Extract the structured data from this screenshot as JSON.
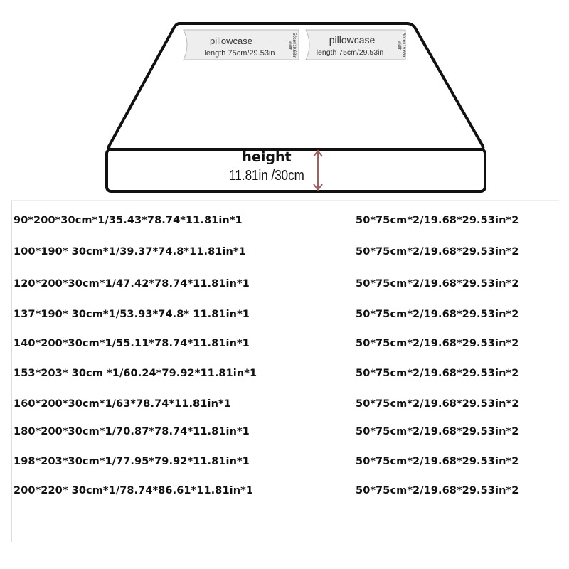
{
  "diagram": {
    "pillowcases": [
      {
        "label": "pillowcase",
        "length": "length 75cm/29.53in",
        "width": "50cm/19.68in width"
      },
      {
        "label": "pillowcase",
        "length": "length 75cm/29.53in",
        "width": "50cm/19.68in width"
      }
    ],
    "height_label": "height",
    "height_value": "11.81in /30cm"
  },
  "sizes": [
    {
      "sheet": "90*200*30cm*1/35.43*78.74*11.81in*1",
      "pillowcase": "50*75cm*2/19.68*29.53in*2"
    },
    {
      "sheet": "100*190* 30cm*1/39.37*74.8*11.81in*1",
      "pillowcase": "50*75cm*2/19.68*29.53in*2"
    },
    {
      "sheet": "120*200*30cm*1/47.42*78.74*11.81in*1",
      "pillowcase": "50*75cm*2/19.68*29.53in*2"
    },
    {
      "sheet": "137*190* 30cm*1/53.93*74.8* 11.81in*1",
      "pillowcase": "50*75cm*2/19.68*29.53in*2"
    },
    {
      "sheet": "140*200*30cm*1/55.11*78.74*11.81in*1",
      "pillowcase": "50*75cm*2/19.68*29.53in*2"
    },
    {
      "sheet": "153*203* 30cm *1/60.24*79.92*11.81in*1",
      "pillowcase": "50*75cm*2/19.68*29.53in*2"
    },
    {
      "sheet": "160*200*30cm*1/63*78.74*11.81in*1",
      "pillowcase": "50*75cm*2/19.68*29.53in*2"
    },
    {
      "sheet": "180*200*30cm*1/70.87*78.74*11.81in*1",
      "pillowcase": "50*75cm*2/19.68*29.53in*2"
    },
    {
      "sheet": "198*203*30cm*1/77.95*79.92*11.81in*1",
      "pillowcase": "50*75cm*2/19.68*29.53in*2"
    },
    {
      "sheet": "200*220* 30cm*1/78.74*86.61*11.81in*1",
      "pillowcase": "50*75cm*2/19.68*29.53in*2"
    }
  ]
}
